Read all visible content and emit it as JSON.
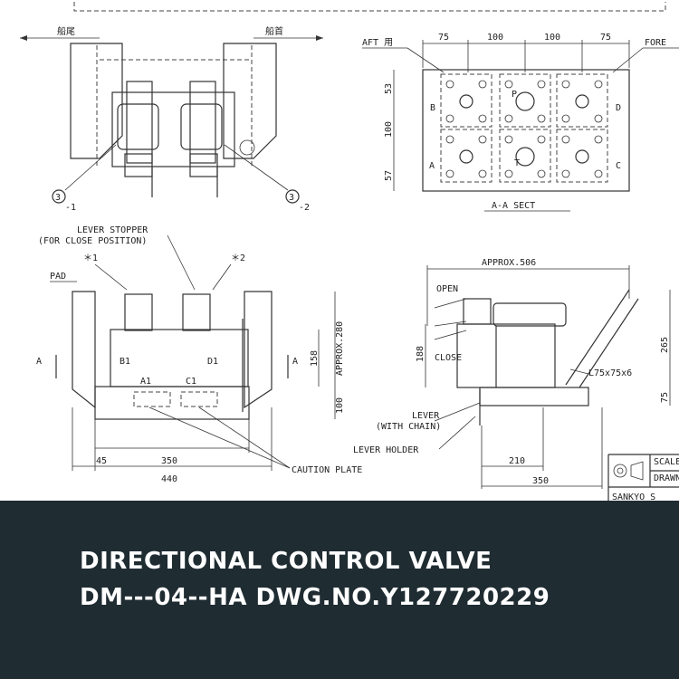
{
  "drawing": {
    "top_view": {
      "aft_label": "船尾",
      "fore_label": "船首",
      "callout_1": "3",
      "callout_1_sub": "-1",
      "callout_2": "3",
      "callout_2_sub": "-2"
    },
    "section": {
      "aft_label": "AFT 用",
      "fore_label": "FORE",
      "dims_top": [
        "75",
        "100",
        "100",
        "75"
      ],
      "dims_left": [
        "53",
        "100",
        "57"
      ],
      "ports": [
        "B",
        "P",
        "D",
        "A",
        "T",
        "C"
      ],
      "title": "A-A SECT"
    },
    "front_view": {
      "lever_stopper": "LEVER STOPPER",
      "lever_stopper_note": "(FOR CLOSE POSITION)",
      "note_1": "＊1",
      "note_2": "＊2",
      "pad": "PAD",
      "section_mark_left": "A",
      "section_mark_right": "A",
      "port_b1": "B1",
      "port_d1": "D1",
      "port_a1": "A1",
      "port_c1": "C1",
      "dim_approx_280": "APPROX.280",
      "dim_158": "158",
      "dim_100": "100",
      "dim_45": "45",
      "dim_350": "350",
      "dim_440": "440",
      "caution_plate": "CAUTION PLATE"
    },
    "side_view": {
      "dim_approx_506": "APPROX.506",
      "open": "OPEN",
      "close": "CLOSE",
      "dim_188": "188",
      "dim_265": "265",
      "dim_75": "75",
      "angle": "L75x75x6",
      "lever": "LEVER",
      "lever_note": "(WITH CHAIN)",
      "lever_holder": "LEVER HOLDER",
      "dim_210": "210",
      "dim_350": "350"
    },
    "title_block": {
      "scale": "SCALE",
      "drawn": "DRAWN",
      "company": "SANKYO S"
    }
  },
  "banner": {
    "line1": "DIRECTIONAL CONTROL VALVE",
    "line2": "DM---04--HA DWG.NO.Y127720229",
    "background": "#1f2c32",
    "text_color": "#ffffff"
  }
}
